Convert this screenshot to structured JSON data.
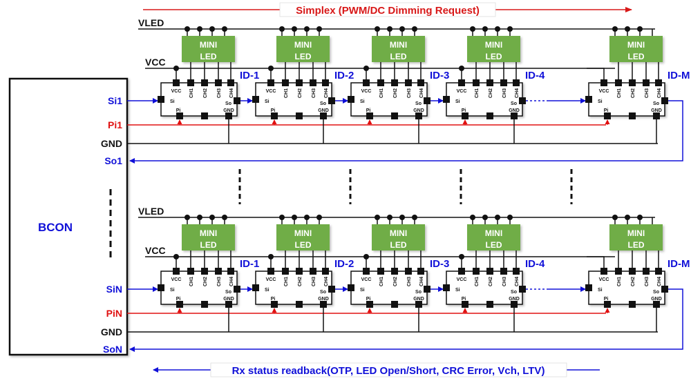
{
  "title_top": "Simplex (PWM/DC Dimming Request)",
  "title_bottom": "Rx status readback(OTP, LED Open/Short, CRC Error, Vch, LTV)",
  "controller": {
    "name": "BCON",
    "ports_top": {
      "si": "Si1",
      "pi": "Pi1",
      "gnd": "GND",
      "so": "So1"
    },
    "ports_bottom": {
      "si": "SiN",
      "pi": "PiN",
      "gnd": "GND",
      "so": "SoN"
    }
  },
  "rails": {
    "vled": "VLED",
    "vcc": "VCC"
  },
  "led_block": {
    "line1": "MINI",
    "line2": "LED"
  },
  "driver_pins": {
    "vcc": "VCC",
    "ch": [
      "CH1",
      "CH2",
      "CH3",
      "CH4"
    ],
    "si": "Si",
    "so": "So",
    "pi": "Pi",
    "gnd": "GND"
  },
  "device_ids": [
    "ID-1",
    "ID-2",
    "ID-3",
    "ID-4",
    "ID-M"
  ],
  "colors": {
    "signal_blue": "#1010d8",
    "pi_red": "#e01010",
    "title_red": "#d81818",
    "led_green": "#70ad47",
    "wire": "#111111",
    "port_purple": "#5b1a8c"
  }
}
